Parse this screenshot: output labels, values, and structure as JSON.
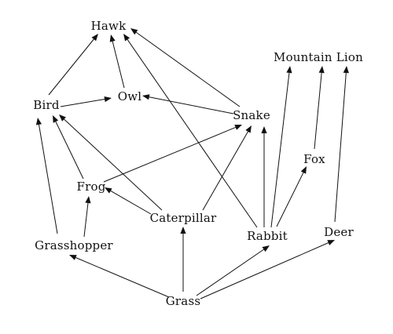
{
  "diagram": {
    "nodes": [
      {
        "id": "hawk",
        "label": "Hawk"
      },
      {
        "id": "mountain_lion",
        "label": "Mountain Lion"
      },
      {
        "id": "bird",
        "label": "Bird"
      },
      {
        "id": "owl",
        "label": "Owl"
      },
      {
        "id": "snake",
        "label": "Snake"
      },
      {
        "id": "fox",
        "label": "Fox"
      },
      {
        "id": "frog",
        "label": "Frog"
      },
      {
        "id": "caterpillar",
        "label": "Caterpillar"
      },
      {
        "id": "rabbit",
        "label": "Rabbit"
      },
      {
        "id": "deer",
        "label": "Deer"
      },
      {
        "id": "grasshopper",
        "label": "Grasshopper"
      },
      {
        "id": "grass",
        "label": "Grass"
      }
    ],
    "edges": [
      {
        "from": "bird",
        "to": "hawk"
      },
      {
        "from": "owl",
        "to": "hawk"
      },
      {
        "from": "snake",
        "to": "hawk"
      },
      {
        "from": "rabbit",
        "to": "hawk"
      },
      {
        "from": "bird",
        "to": "owl"
      },
      {
        "from": "snake",
        "to": "owl"
      },
      {
        "from": "frog",
        "to": "bird"
      },
      {
        "from": "grasshopper",
        "to": "bird"
      },
      {
        "from": "caterpillar",
        "to": "bird"
      },
      {
        "from": "frog",
        "to": "snake"
      },
      {
        "from": "caterpillar",
        "to": "snake"
      },
      {
        "from": "rabbit",
        "to": "snake"
      },
      {
        "from": "caterpillar",
        "to": "frog"
      },
      {
        "from": "grasshopper",
        "to": "frog"
      },
      {
        "from": "rabbit",
        "to": "mountain_lion"
      },
      {
        "from": "fox",
        "to": "mountain_lion"
      },
      {
        "from": "deer",
        "to": "mountain_lion"
      },
      {
        "from": "rabbit",
        "to": "fox"
      },
      {
        "from": "grass",
        "to": "grasshopper"
      },
      {
        "from": "grass",
        "to": "caterpillar"
      },
      {
        "from": "grass",
        "to": "rabbit"
      },
      {
        "from": "grass",
        "to": "deer"
      }
    ]
  }
}
